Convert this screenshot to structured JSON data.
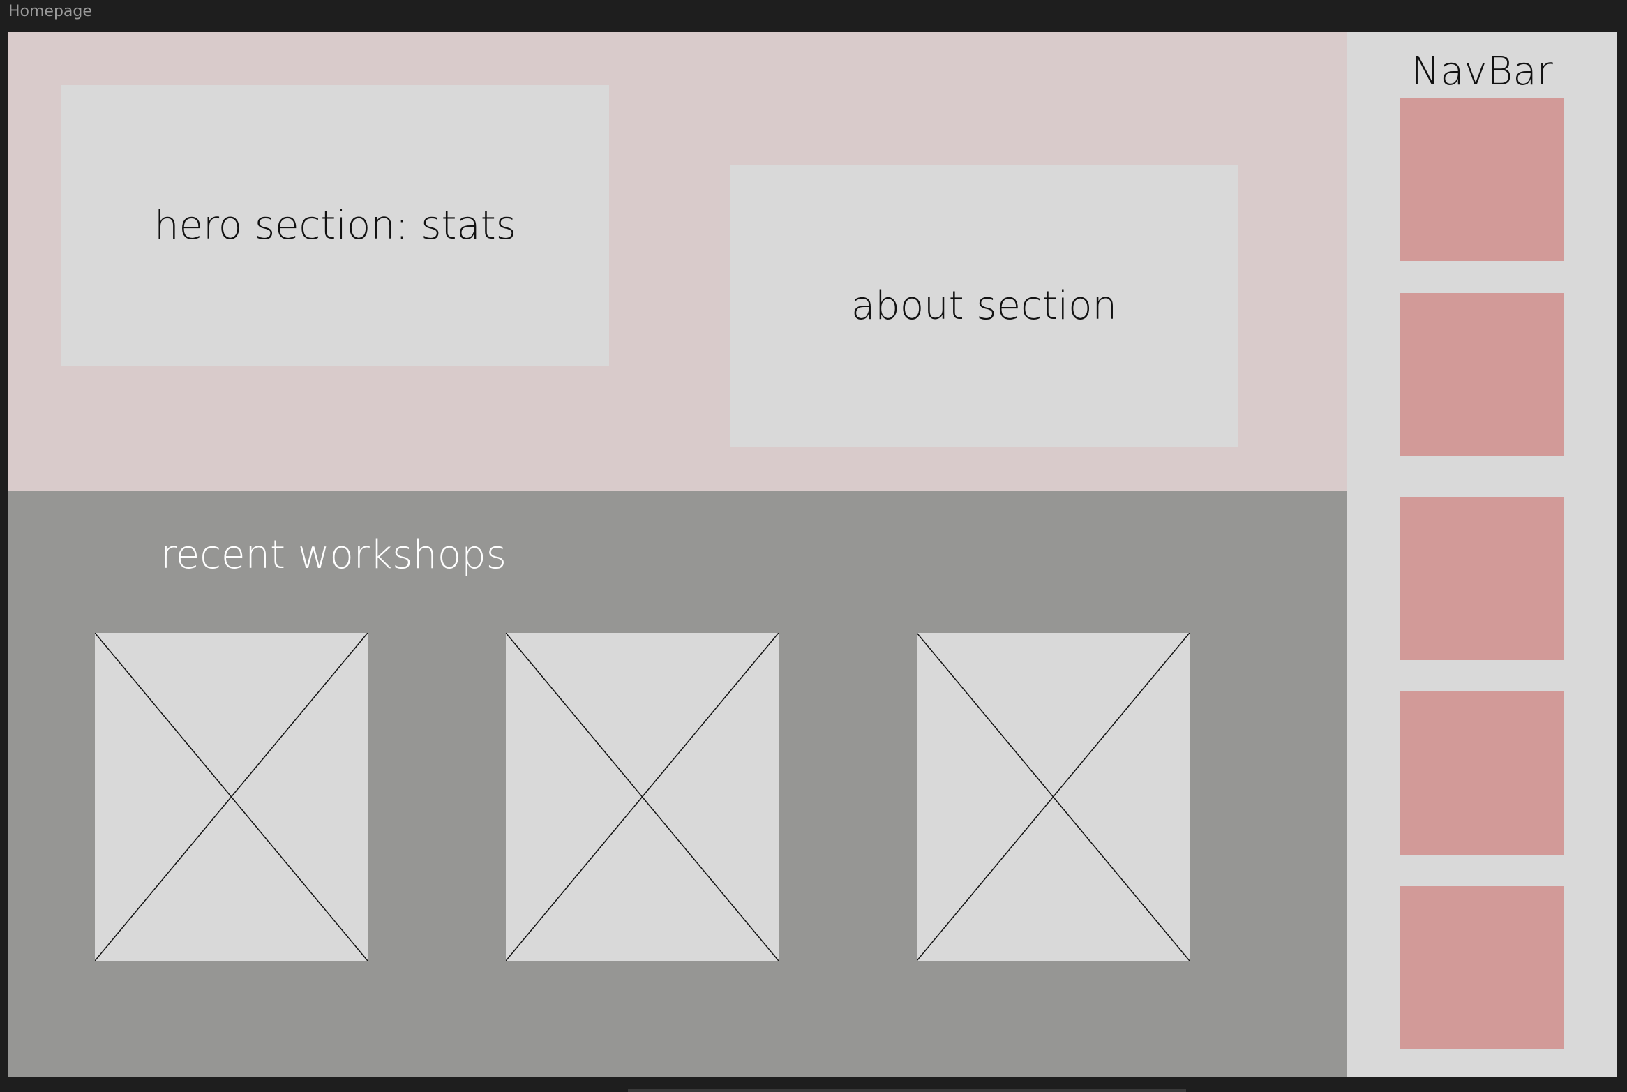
{
  "frame": {
    "label": "Homepage"
  },
  "hero": {
    "label": "hero section: stats"
  },
  "about": {
    "label": "about section"
  },
  "workshops": {
    "title": "recent workshops",
    "items": [
      {
        "icon": "image-placeholder-icon"
      },
      {
        "icon": "image-placeholder-icon"
      },
      {
        "icon": "image-placeholder-icon"
      }
    ]
  },
  "navbar": {
    "title": "NavBar",
    "items": [
      {
        "color": "#d29a98"
      },
      {
        "color": "#d29a98"
      },
      {
        "color": "#d29a98"
      },
      {
        "color": "#d29a98"
      },
      {
        "color": "#d29a98"
      }
    ]
  },
  "colors": {
    "canvas": "#1e1e1e",
    "frame": "#d9d9d9",
    "top_section": "#d9cbcb",
    "bottom_section": "#969694",
    "nav_item": "#d29a98"
  }
}
